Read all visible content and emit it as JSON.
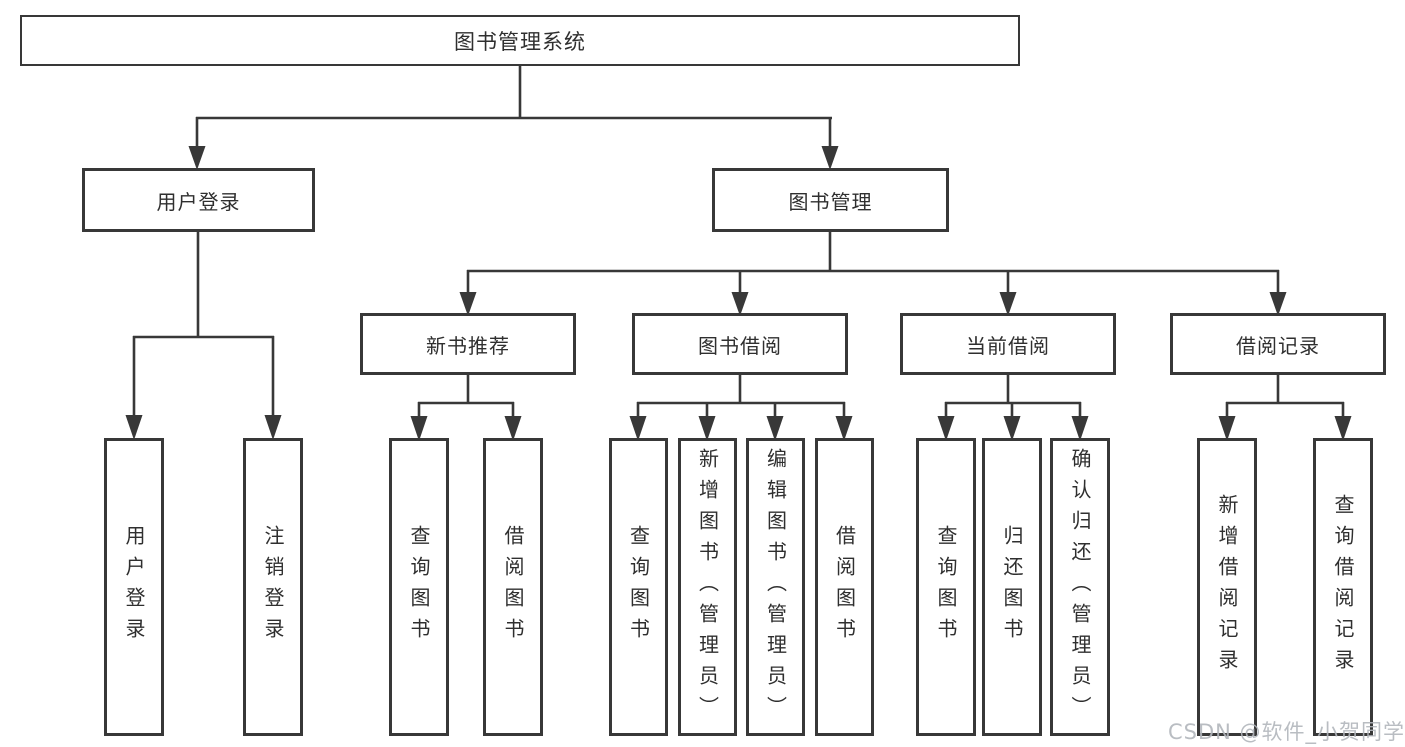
{
  "colors": {
    "line": "#383838",
    "text": "#2f2f2f",
    "watermark": "#b2b6bc"
  },
  "root": {
    "label": "图书管理系统"
  },
  "login": {
    "label": "用户登录",
    "children": [
      "用户登录",
      "注销登录"
    ]
  },
  "management": {
    "label": "图书管理",
    "sections": [
      {
        "label": "新书推荐",
        "children": [
          "查询图书",
          "借阅图书"
        ]
      },
      {
        "label": "图书借阅",
        "children": [
          "查询图书",
          "新增图书（管理员）",
          "编辑图书（管理员）",
          "借阅图书"
        ]
      },
      {
        "label": "当前借阅",
        "children": [
          "查询图书",
          "归还图书",
          "确认归还（管理员）"
        ]
      },
      {
        "label": "借阅记录",
        "children": [
          "新增借阅记录",
          "查询借阅记录"
        ]
      }
    ]
  },
  "watermark": "CSDN @软件_小贺同学"
}
